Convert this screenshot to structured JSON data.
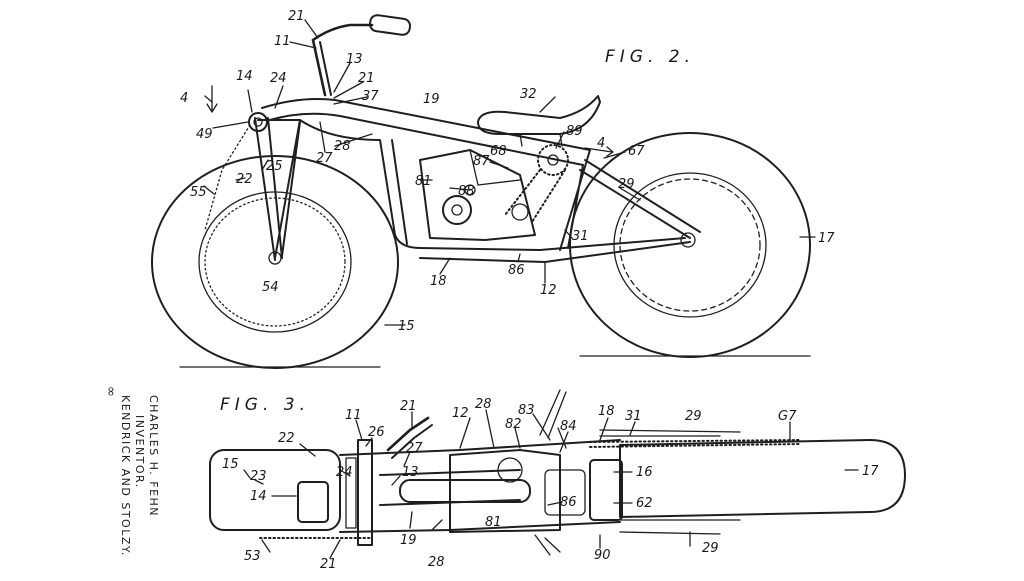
{
  "figure2": {
    "title": "FIG. 2.",
    "labels": [
      {
        "id": "l21a",
        "text": "21"
      },
      {
        "id": "l11a",
        "text": "11"
      },
      {
        "id": "l13a",
        "text": "13"
      },
      {
        "id": "l14a",
        "text": "14"
      },
      {
        "id": "l24a",
        "text": "24"
      },
      {
        "id": "l21b",
        "text": "21"
      },
      {
        "id": "l37",
        "text": "37"
      },
      {
        "id": "l19a",
        "text": "19"
      },
      {
        "id": "l32",
        "text": "32"
      },
      {
        "id": "l4a",
        "text": "4"
      },
      {
        "id": "l49",
        "text": "49"
      },
      {
        "id": "l27a",
        "text": "27"
      },
      {
        "id": "l28a",
        "text": "28"
      },
      {
        "id": "l68",
        "text": "68"
      },
      {
        "id": "l89",
        "text": "89"
      },
      {
        "id": "l4b",
        "text": "4"
      },
      {
        "id": "l67",
        "text": "67"
      },
      {
        "id": "l25",
        "text": "25"
      },
      {
        "id": "l22a",
        "text": "22"
      },
      {
        "id": "l55",
        "text": "55"
      },
      {
        "id": "l87",
        "text": "87"
      },
      {
        "id": "l81",
        "text": "81"
      },
      {
        "id": "l88",
        "text": "88"
      },
      {
        "id": "l29a",
        "text": "29"
      },
      {
        "id": "l31a",
        "text": "31"
      },
      {
        "id": "l17a",
        "text": "17"
      },
      {
        "id": "l54",
        "text": "54"
      },
      {
        "id": "l18a",
        "text": "18"
      },
      {
        "id": "l86a",
        "text": "86"
      },
      {
        "id": "l12a",
        "text": "12"
      },
      {
        "id": "l15a",
        "text": "15"
      }
    ]
  },
  "figure3": {
    "title": "FIG. 3.",
    "labels": [
      {
        "id": "m11",
        "text": "11"
      },
      {
        "id": "m21a",
        "text": "21"
      },
      {
        "id": "m12",
        "text": "12"
      },
      {
        "id": "m28a",
        "text": "28"
      },
      {
        "id": "m83",
        "text": "83"
      },
      {
        "id": "m18",
        "text": "18"
      },
      {
        "id": "m31",
        "text": "31"
      },
      {
        "id": "m29a",
        "text": "29"
      },
      {
        "id": "m67",
        "text": "G7"
      },
      {
        "id": "m22",
        "text": "22"
      },
      {
        "id": "m26",
        "text": "26"
      },
      {
        "id": "m27",
        "text": "27"
      },
      {
        "id": "m82",
        "text": "82"
      },
      {
        "id": "m84",
        "text": "84"
      },
      {
        "id": "m15",
        "text": "15"
      },
      {
        "id": "m23",
        "text": "23"
      },
      {
        "id": "m24",
        "text": "24"
      },
      {
        "id": "m13",
        "text": "13"
      },
      {
        "id": "m16",
        "text": "16"
      },
      {
        "id": "m17",
        "text": "17"
      },
      {
        "id": "m14",
        "text": "14"
      },
      {
        "id": "m86",
        "text": "86"
      },
      {
        "id": "m62",
        "text": "62"
      },
      {
        "id": "m81",
        "text": "81"
      },
      {
        "id": "m53",
        "text": "53"
      },
      {
        "id": "m21b",
        "text": "21"
      },
      {
        "id": "m19",
        "text": "19"
      },
      {
        "id": "m28b",
        "text": "28"
      },
      {
        "id": "m90",
        "text": "90"
      },
      {
        "id": "m29b",
        "text": "29"
      }
    ]
  },
  "inventor_block": {
    "name": "CHARLES H. FEHN",
    "role": "INVENTOR.",
    "attorneys": "KENDRICK AND STOLZY."
  },
  "margin_mark": "∞"
}
